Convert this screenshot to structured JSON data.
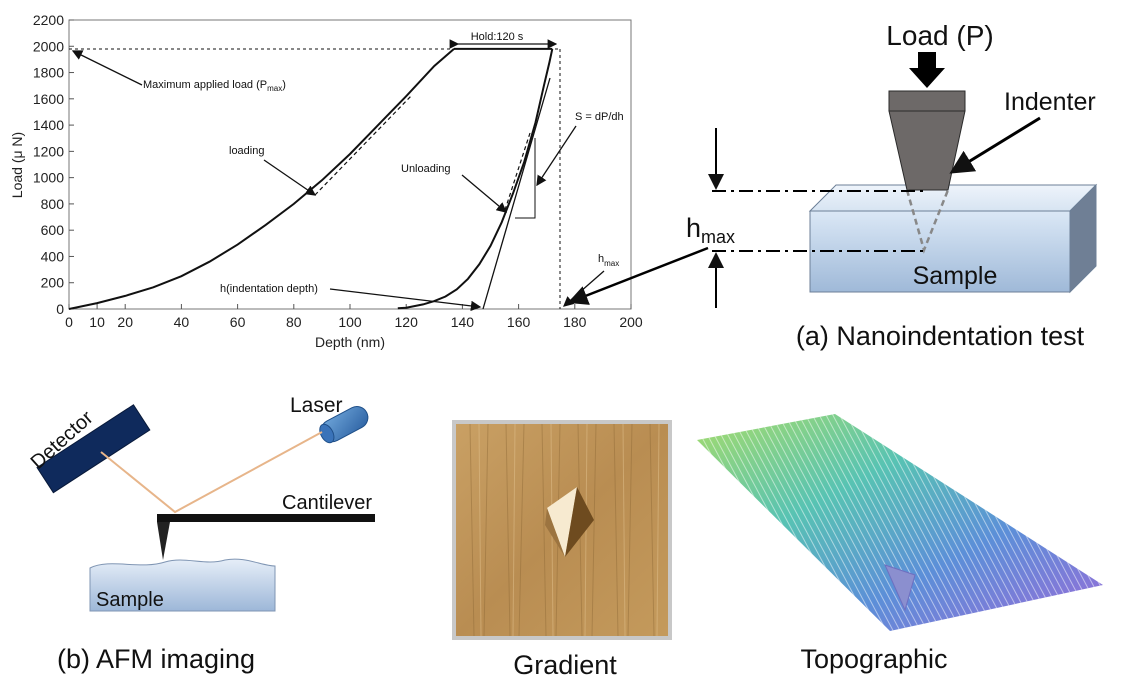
{
  "chart_data": {
    "type": "line",
    "xlabel": "Depth (nm)",
    "ylabel": "Load (μ N)",
    "xlim": [
      0,
      200
    ],
    "ylim": [
      0,
      2200
    ],
    "x_ticks": [
      "0",
      "10",
      "20",
      "40",
      "60",
      "80",
      "100",
      "120",
      "140",
      "160",
      "180",
      "200"
    ],
    "y_ticks": [
      "0",
      "200",
      "400",
      "600",
      "800",
      "1000",
      "1200",
      "1400",
      "1600",
      "1800",
      "2000",
      "2200"
    ],
    "loading": {
      "x": [
        0,
        10,
        20,
        30,
        40,
        50,
        60,
        70,
        80,
        90,
        100,
        110,
        120,
        130,
        137
      ],
      "y": [
        0,
        45,
        100,
        165,
        250,
        360,
        490,
        640,
        800,
        980,
        1180,
        1400,
        1620,
        1850,
        1980
      ]
    },
    "hold": {
      "x": [
        137,
        172
      ],
      "y": [
        1980,
        1980
      ]
    },
    "unloading": {
      "x": [
        172,
        171,
        169,
        166,
        162,
        158,
        154,
        150,
        146,
        142,
        138,
        134,
        130,
        126,
        120,
        117
      ],
      "y": [
        1980,
        1880,
        1700,
        1420,
        1120,
        880,
        660,
        480,
        340,
        230,
        150,
        95,
        60,
        35,
        10,
        5
      ]
    },
    "annotations": {
      "hold": "Hold:120 s",
      "max_load_prefix": "Maximum applied load (P",
      "max_load_sub": "max",
      "max_load_suffix": ")",
      "loading": "loading",
      "unloading": "Unloading",
      "stiffness": "S = dP/dh",
      "h_depth": "h(indentation depth)",
      "hmax_base": "h",
      "hmax_sub": "max"
    }
  },
  "nano": {
    "load_label": "Load (P)",
    "indenter_label": "Indenter",
    "sample_label": "Sample",
    "hmax_base": "h",
    "hmax_sub": "max",
    "caption": "(a) Nanoindentation test"
  },
  "afm": {
    "detector_label": "Detector",
    "laser_label": "Laser",
    "cantilever_label": "Cantilever",
    "sample_label": "Sample",
    "caption": "(b) AFM imaging"
  },
  "images": {
    "gradient_caption": "Gradient",
    "topographic_caption": "Topographic"
  }
}
